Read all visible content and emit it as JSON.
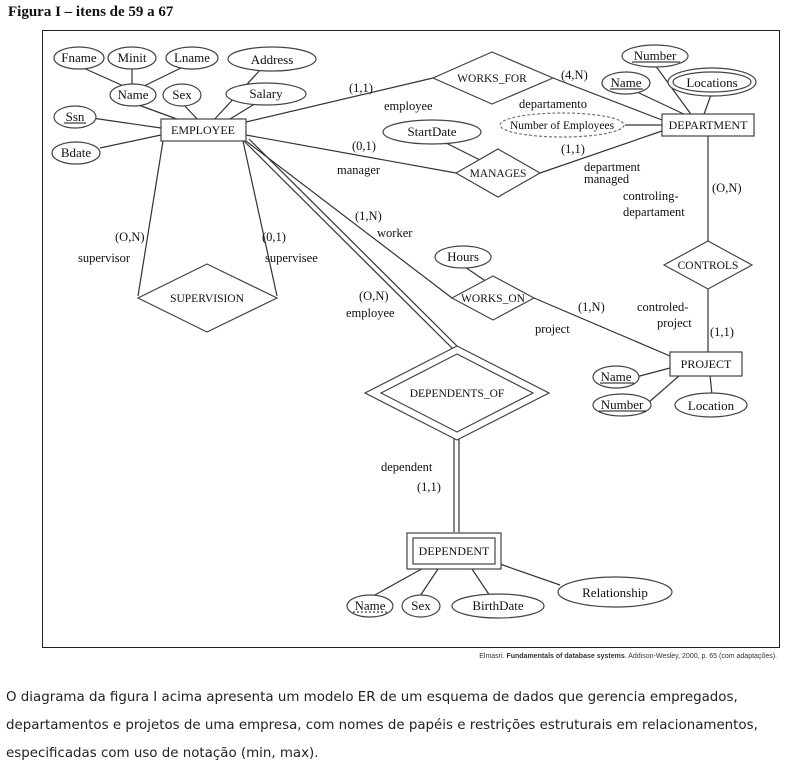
{
  "figure_title": "Figura I – itens de 59 a 67",
  "source": {
    "author": "Elmasri.",
    "title": "Fundamentals of database systems",
    "rest": ". Addison-Wesley, 2000, p. 65 (com adaptações)."
  },
  "description": "O diagrama da figura I acima apresenta um modelo ER de um esquema de dados que gerencia empregados, departamentos e projetos de uma empresa, com nomes de papéis e restrições estruturais em relacionamentos, especificadas com uso de notação (min, max).",
  "entities": {
    "employee": "EMPLOYEE",
    "department": "DEPARTMENT",
    "project": "PROJECT",
    "dependent": "DEPENDENT"
  },
  "relationships": {
    "works_for": "WORKS_FOR",
    "manages": "MANAGES",
    "supervision": "SUPERVISION",
    "works_on": "WORKS_ON",
    "controls": "CONTROLS",
    "dependents_of": "DEPENDENTS_OF"
  },
  "attributes": {
    "fname": "Fname",
    "minit": "Minit",
    "lname": "Lname",
    "emp_name": "Name",
    "sex": "Sex",
    "address": "Address",
    "salary": "Salary",
    "ssn": "Ssn",
    "bdate": "Bdate",
    "start_date": "StartDate",
    "hours": "Hours",
    "dept_number": "Number",
    "dept_name": "Name",
    "locations": "Locations",
    "num_employees": "Number of Employees",
    "proj_name": "Name",
    "proj_number": "Number",
    "location": "Location",
    "dep_name": "Name",
    "dep_sex": "Sex",
    "birthdate": "BirthDate",
    "relationship": "Relationship"
  },
  "labels": {
    "wf_emp_card": "(1,1)",
    "wf_emp_role": "employee",
    "wf_dept_card": "(4,N)",
    "wf_dept_role": "departamento",
    "mg_emp_card": "(0,1)",
    "mg_emp_role": "manager",
    "mg_dept_card": "(1,1)",
    "mg_dept_role1": "department",
    "mg_dept_role2": "managed",
    "sup_card1": "(O,N)",
    "sup_role1": "supervisor",
    "sup_card2": "(0,1)",
    "sup_role2": "supervisee",
    "wo_emp_card": "(1,N)",
    "wo_emp_role": "worker",
    "wo_proj_card": "(1,N)",
    "wo_proj_role": "project",
    "ctl_dept_card": "(O,N)",
    "ctl_dept_role1": "controling-",
    "ctl_dept_role2": "departament",
    "ctl_proj_role1": "controled-",
    "ctl_proj_role2": "project",
    "ctl_proj_card": "(1,1)",
    "dep_emp_card": "(O,N)",
    "dep_emp_role": "employee",
    "dep_dep_role": "dependent",
    "dep_dep_card": "(1,1)"
  }
}
